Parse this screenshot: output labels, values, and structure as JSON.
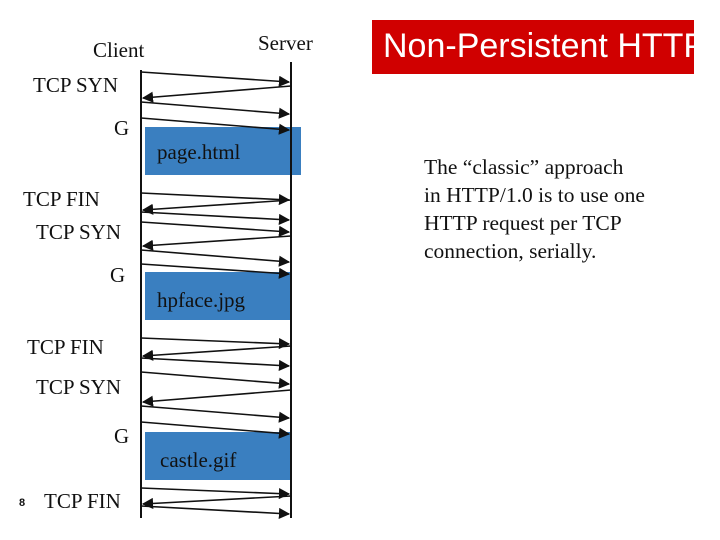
{
  "title": "Non-Persistent HTTP",
  "client_label": "Client",
  "server_label": "Server",
  "description_lines": [
    "The “classic” approach",
    "in HTTP/1.0 is to use one",
    "HTTP request per TCP",
    "connection, serially."
  ],
  "labels": {
    "syn1": "TCP SYN",
    "get1": "G",
    "fin1": "TCP FIN",
    "syn2": "TCP SYN",
    "get2": "G",
    "fin2": "TCP FIN",
    "syn3": "TCP SYN",
    "get3": "G",
    "fin3": "TCP FIN"
  },
  "responses": [
    "page.html",
    "hpface.jpg",
    "castle.gif"
  ],
  "page_number": "8",
  "colors": {
    "title_bg": "#d00000",
    "response_box": "#3a7fc0",
    "text": "#111111"
  }
}
